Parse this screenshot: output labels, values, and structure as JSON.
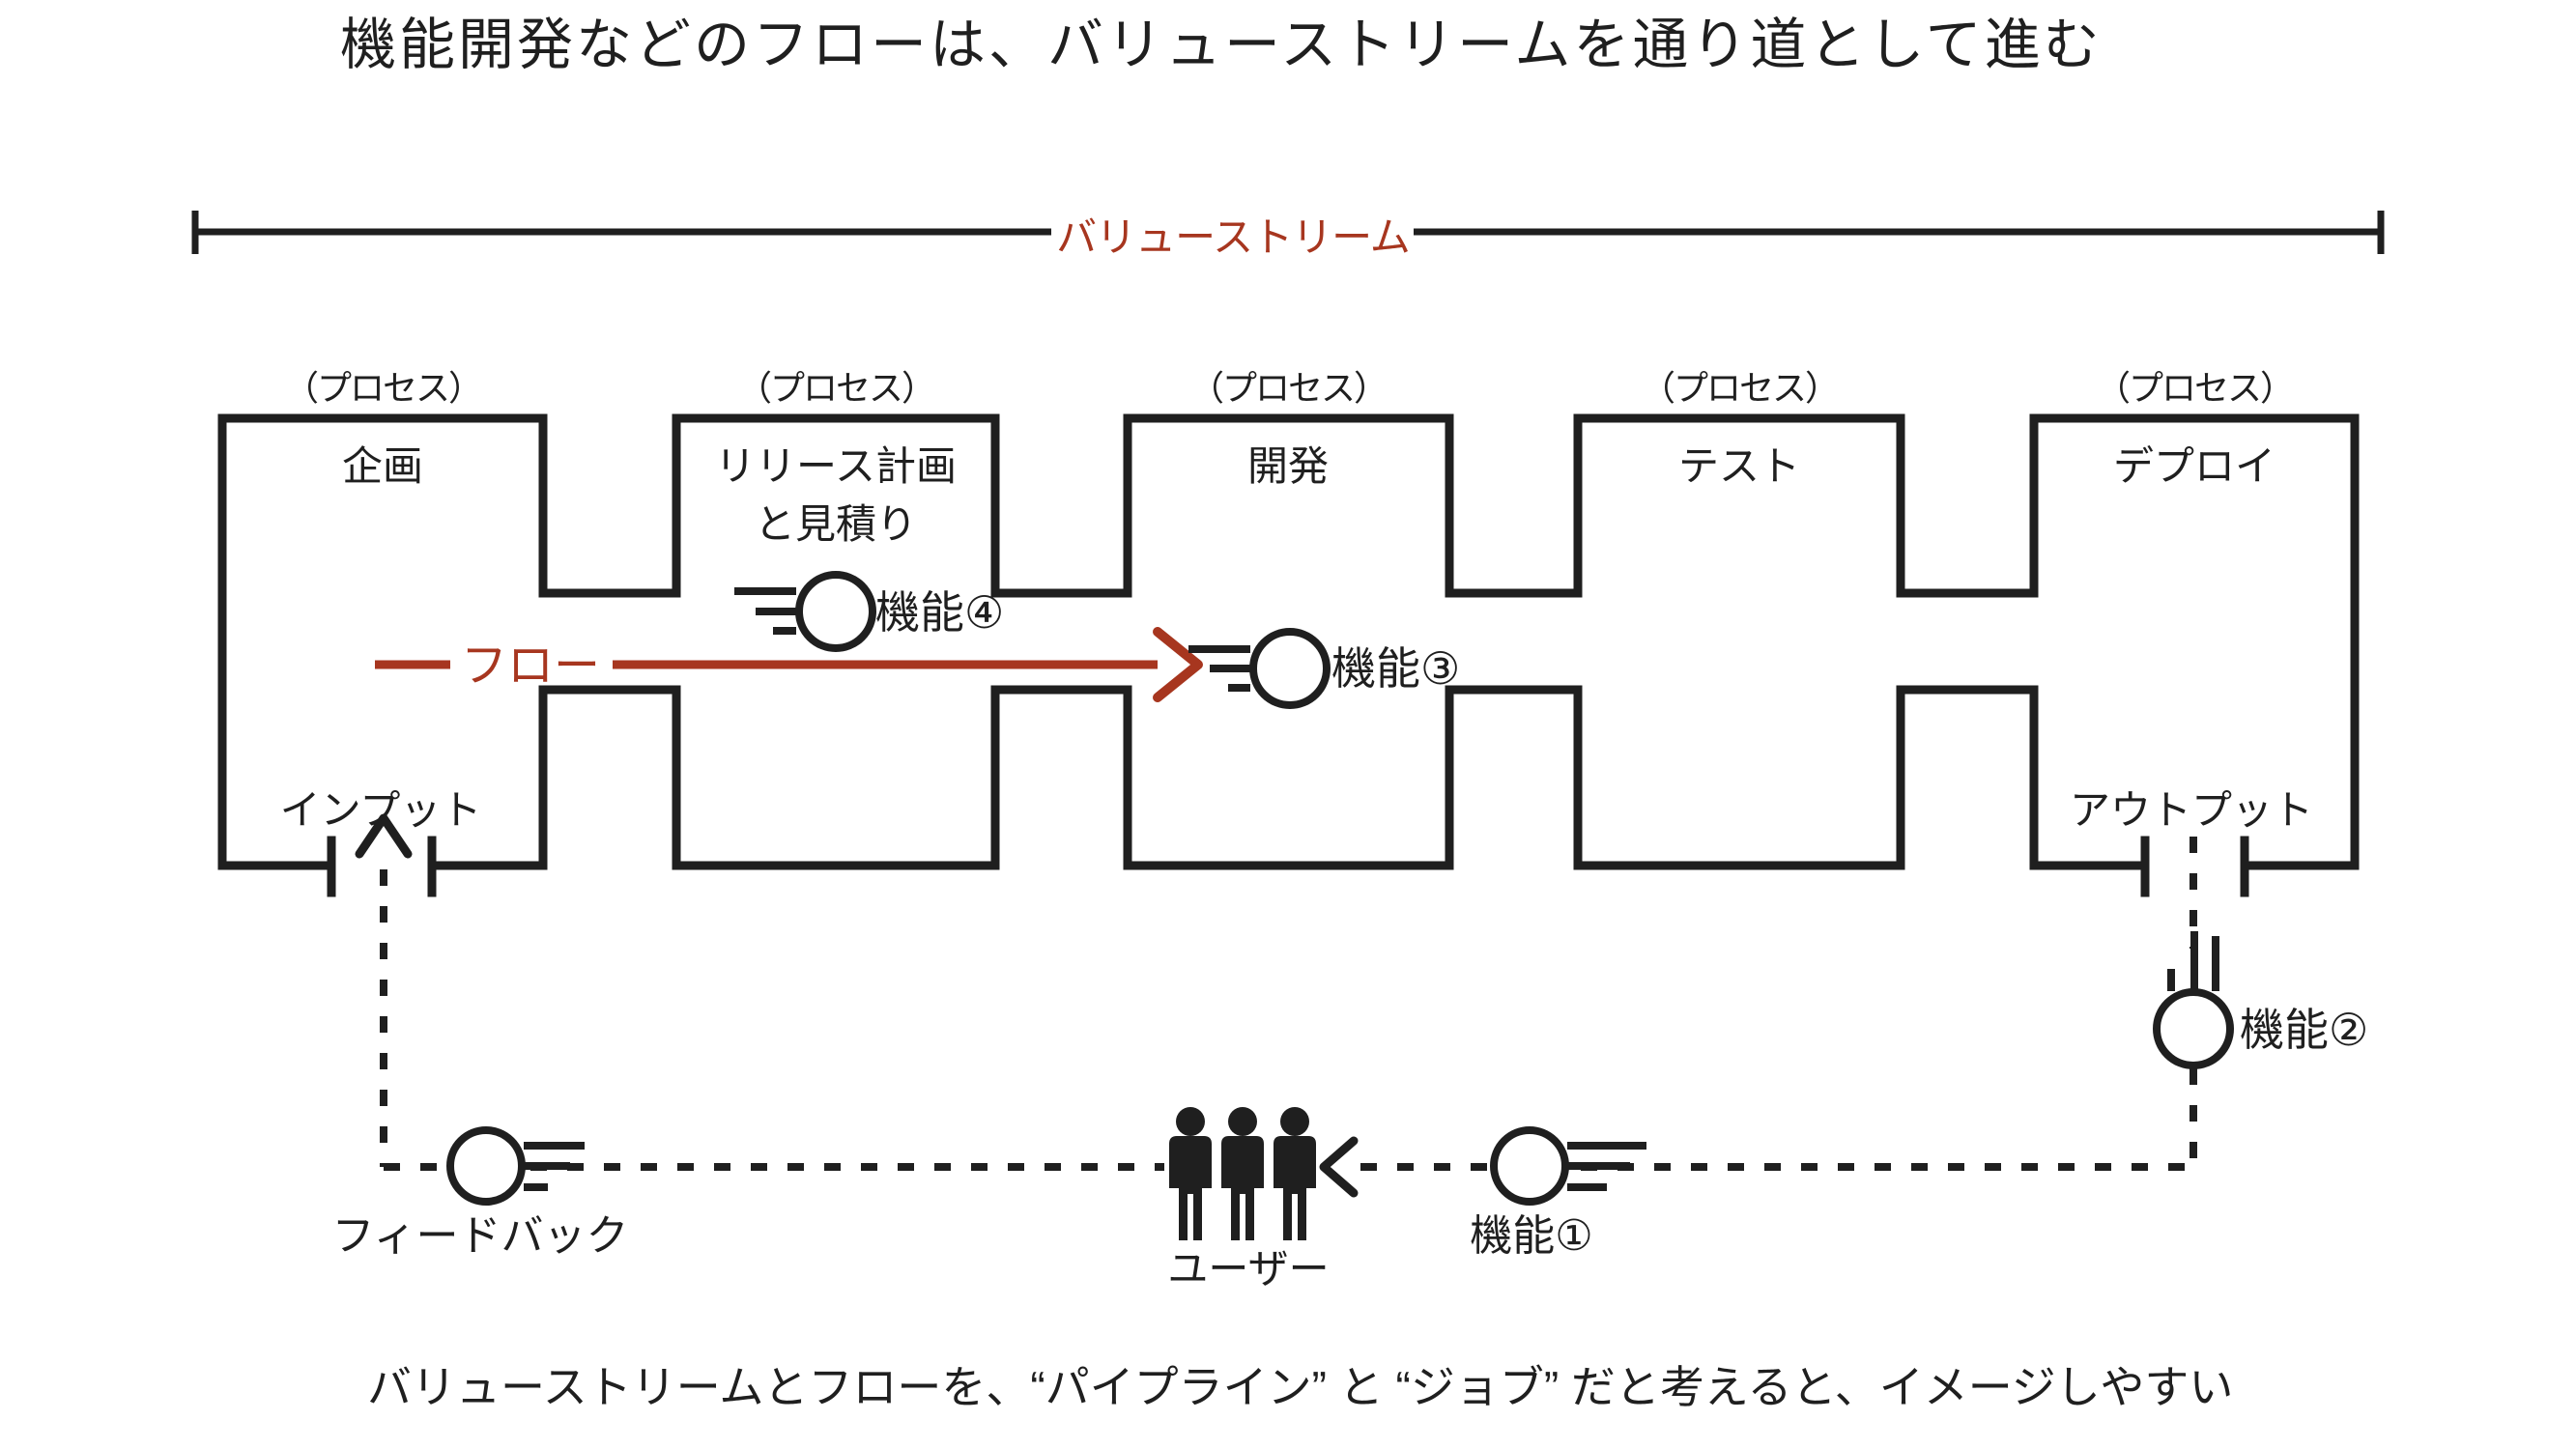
{
  "title": "機能開発などのフローは、バリューストリームを通り道として進む",
  "value_stream": {
    "label": "バリューストリーム"
  },
  "processes": [
    {
      "tag": "（プロセス）",
      "name": "企画"
    },
    {
      "tag": "（プロセス）",
      "name": "リリース計画",
      "name_line2": "と見積り"
    },
    {
      "tag": "（プロセス）",
      "name": "開発"
    },
    {
      "tag": "（プロセス）",
      "name": "テスト"
    },
    {
      "tag": "（プロセス）",
      "name": "デプロイ"
    }
  ],
  "flow": {
    "label": "フロー"
  },
  "ports": {
    "input": "インプット",
    "output": "アウトプット"
  },
  "features": {
    "f1": "機能①",
    "f2": "機能②",
    "f3": "機能③",
    "f4": "機能④"
  },
  "feedback": {
    "label": "フィードバック"
  },
  "users": {
    "label": "ユーザー"
  },
  "caption": "バリューストリームとフローを、“パイプライン” と “ジョブ” だと考えると、イメージしやすい",
  "colors": {
    "ink": "#1f1f1f",
    "accent_red": "#a7361f",
    "background": "#ffffff"
  }
}
